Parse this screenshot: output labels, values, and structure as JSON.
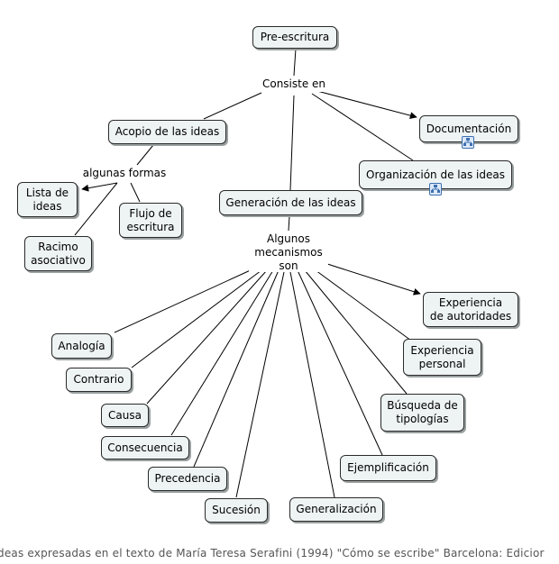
{
  "diagram": {
    "root": "Pre-escritura",
    "link_root": "Consiste en",
    "acopio": "Acopio de las ideas",
    "documentacion": "Documentación",
    "organizacion": "Organización de las ideas",
    "link_acopio": "algunas formas",
    "lista": "Lista de\nideas",
    "flujo": "Flujo de\nescritura",
    "racimo": "Racimo\nasociativo",
    "generacion": "Generación de las ideas",
    "link_generacion": "Algunos\nmecanismos\nson",
    "analogia": "Analogía",
    "contrario": "Contrario",
    "causa": "Causa",
    "consecuencia": "Consecuencia",
    "precedencia": "Precedencia",
    "sucesion": "Sucesión",
    "generalizacion": "Generalización",
    "ejemplificacion": "Ejemplificación",
    "busqueda": "Búsqueda de\ntipologías",
    "exp_personal": "Experiencia\npersonal",
    "exp_autoridades": "Experiencia\nde autoridades",
    "caption": "deas expresadas en el texto de María Teresa Serafini (1994) \"Cómo se escribe\" Barcelona: Edicior"
  },
  "colors": {
    "node_fill": "#eef3f3",
    "node_border": "#2a2a2a",
    "line": "#000000",
    "badge": "#3d6fb0"
  },
  "icons": [
    "linked-map-icon"
  ]
}
